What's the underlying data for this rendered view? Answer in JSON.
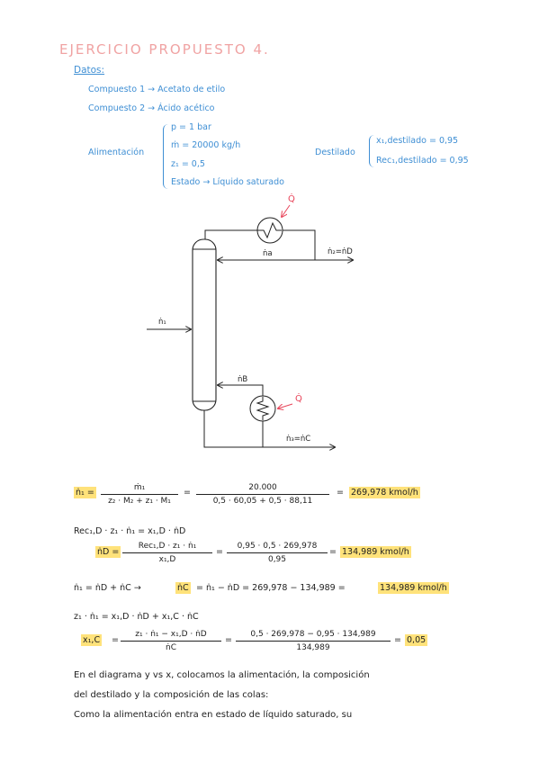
{
  "title": "EJERCICIO PROPUESTO 4.",
  "datos": {
    "heading": "Datos:",
    "compuesto1": "Compuesto 1 → Acetato de etilo",
    "compuesto2": "Compuesto 2 → Ácido acético",
    "alimentacion_label": "Alimentación",
    "alimentacion": [
      "p = 1 bar",
      "ṁ = 20000 kg/h",
      "z₁ = 0,5",
      "Estado → Líquido saturado"
    ],
    "destilado_label": "Destilado",
    "destilado": [
      "x₁,destilado = 0,95",
      "Rec₁,destilado = 0,95"
    ]
  },
  "diagram": {
    "q_top": "Q̇",
    "q_bottom": "Q̇",
    "n_a": "ṅa",
    "n_2": "ṅ₂=ṅD",
    "n_1": "ṅ₁",
    "n_b": "ṅB",
    "n_3": "ṅ₃=ṅC"
  },
  "calc": {
    "eq1_lhs": "ṅ₁ =",
    "eq1_frac1_num": "ṁ₁",
    "eq1_frac1_den": "z₂ · M₂ + z₁ · M₁",
    "eq1_eq": "=",
    "eq1_frac2_num": "20.000",
    "eq1_frac2_den": "0,5 · 60,05 + 0,5 · 88,11",
    "eq1_eq2": "=",
    "eq1_result": "269,978 kmol/h",
    "eq2_line": "Rec₁,D · z₁ · ṅ₁ = x₁,D · ṅD",
    "eq3_lhs": "ṅD =",
    "eq3_frac1_num": "Rec₁,D · z₁ · ṅ₁",
    "eq3_frac1_den": "x₁,D",
    "eq3_eq": "=",
    "eq3_frac2_num": "0,95 · 0,5 · 269,978",
    "eq3_frac2_den": "0,95",
    "eq3_eq2": "=",
    "eq3_result": "134,989 kmol/h",
    "eq4_line": "ṅ₁ = ṅD + ṅC  →",
    "eq4_rest_lhs": "ṅC",
    "eq4_rest": "= ṅ₁ − ṅD = 269,978 − 134,989 =",
    "eq4_result": "134,989 kmol/h",
    "eq5_line": "z₁ · ṅ₁ = x₁,D · ṅD + x₁,C · ṅC",
    "eq6_lhs": "x₁,C",
    "eq6_eq": "=",
    "eq6_frac1_num": "z₁ · ṅ₁ − x₁,D · ṅD",
    "eq6_frac1_den": "ṅC",
    "eq6_eq1": "=",
    "eq6_frac2_num": "0,5 · 269,978 − 0,95 · 134,989",
    "eq6_frac2_den": "134,989",
    "eq6_eq2": "=",
    "eq6_result": "0,05"
  },
  "text": {
    "p1": "En el diagrama y vs x, colocamos la alimentación, la composición",
    "p2": "del destilado y la composición de las colas:",
    "p3": "Como la alimentación entra en estado de líquido saturado, su"
  },
  "colors": {
    "title": "#f0a3a3",
    "blue": "#3f8fd4",
    "highlight": "#ffe27a",
    "heat": "#e8455a"
  }
}
